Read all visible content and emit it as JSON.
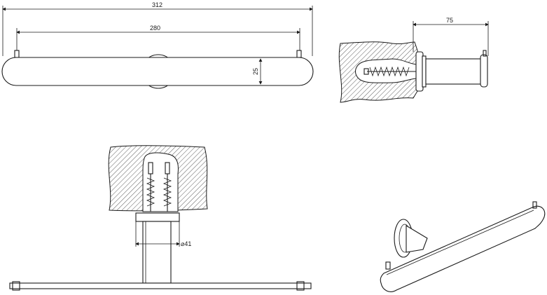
{
  "dimensions": {
    "overall_length": "312",
    "mount_spacing": "280",
    "bar_height": "25",
    "projection": "75",
    "base_diameter": "⌀41"
  }
}
